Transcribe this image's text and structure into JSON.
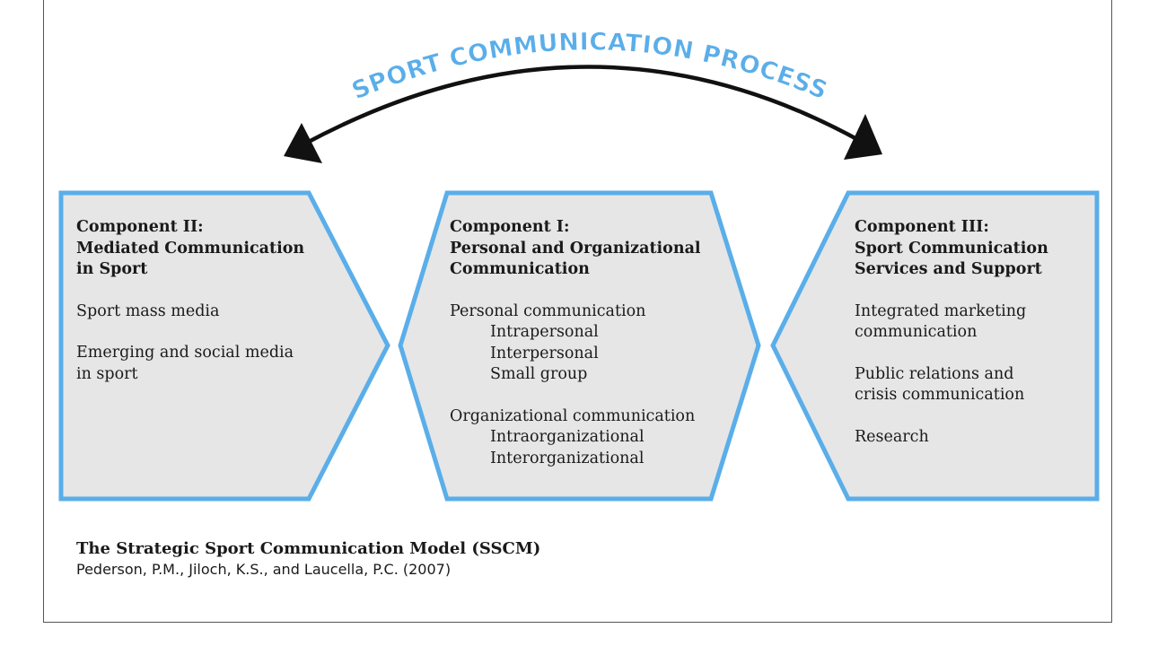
{
  "diagram_title": "SPORT COMMUNICATION PROCESS",
  "colors": {
    "accent": "#5aaee9",
    "box_fill": "#e6e6e6",
    "arrow": "#111111",
    "text": "#1a1a1a"
  },
  "components": [
    {
      "heading": [
        "Component II:",
        "Mediated Communication",
        "in Sport"
      ],
      "items": [
        {
          "lines": [
            "Sport mass media"
          ]
        },
        {
          "lines": [
            "Emerging and social media",
            "in sport"
          ]
        }
      ]
    },
    {
      "heading": [
        "Component I:",
        "Personal and Organizational",
        "Communication"
      ],
      "groups": [
        {
          "label": "Personal communication",
          "sub": [
            "Intrapersonal",
            "Interpersonal",
            "Small group"
          ]
        },
        {
          "label": "Organizational communication",
          "sub": [
            "Intraorganizational",
            "Interorganizational"
          ]
        }
      ]
    },
    {
      "heading": [
        "Component III:",
        "Sport Communication",
        "Services and Support"
      ],
      "items": [
        {
          "lines": [
            "Integrated marketing",
            "communication"
          ]
        },
        {
          "lines": [
            "Public relations and",
            "crisis communication"
          ]
        },
        {
          "lines": [
            "Research"
          ]
        }
      ]
    }
  ],
  "citation": {
    "title": "The Strategic Sport Communication Model (SSCM)",
    "reference": "Pederson, P.M., Jiloch, K.S., and Laucella, P.C. (2007)"
  }
}
